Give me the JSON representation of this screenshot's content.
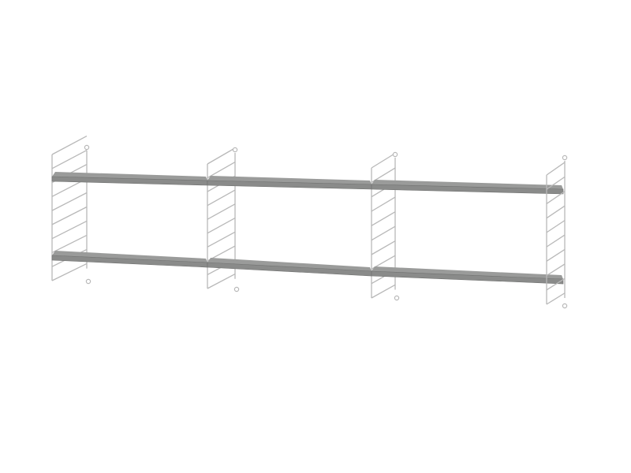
{
  "product": {
    "shelf_color": "#8a8b8a",
    "shelf_top_color": "#9a9b9a",
    "shelf_edge_color": "#6f706f",
    "frame_color": "#ffffff",
    "frame_outline_color": "#b8b8b8",
    "background_color": "#ffffff",
    "shelf_levels": 2,
    "bays": 3,
    "side_ladders": 4
  }
}
